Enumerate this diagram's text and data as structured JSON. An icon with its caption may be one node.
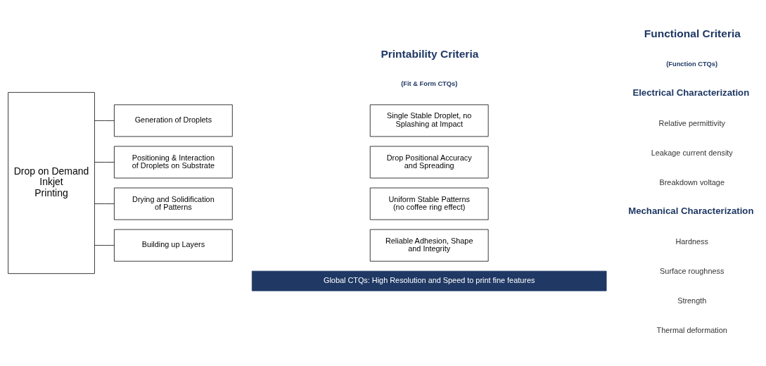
{
  "diagram": {
    "nodes": [
      {
        "text": [
          "Drop on Demand Inkjet Printing"
        ]
      },
      {
        "text": [
          "Generation of Droplets"
        ]
      },
      {
        "text": [
          "Single Stable Droplet, no Splashing at Impact"
        ]
      },
      {
        "text": [
          "Positioning & Interaction of Droplets on Substrate"
        ]
      },
      {
        "text": [
          "Drop Positional Accuracy and Spreading"
        ]
      },
      {
        "text": [
          "Drying and Solidification of Patterns"
        ]
      },
      {
        "text": [
          "Uniform Stable Patterns (no coffee ring effect)"
        ]
      },
      {
        "text": [
          "Building up Layers"
        ]
      },
      {
        "text": [
          "Reliable Adhesion, Shape and Integrity"
        ]
      },
      {
        "text": [
          "Global CTQs: High Resolution and Speed to print fine features"
        ]
      }
    ],
    "edges": [
      {
        "from": 0,
        "to": 1,
        "arrow": "none"
      },
      {
        "from": 0,
        "to": 3,
        "arrow": "none"
      },
      {
        "from": 0,
        "to": 5,
        "arrow": "none"
      },
      {
        "from": 0,
        "to": 7,
        "arrow": "none"
      }
    ],
    "labels": [
      "Printability Criteria",
      "(Fit & Form CTQs)",
      "Functional Criteria",
      "(Function CTQs)",
      "Electrical Characterization",
      "Relative permittivity",
      "Leakage current density",
      "Breakdown voltage",
      "Mechanical Characterization",
      "Hardness",
      "Surface roughness",
      "Strength",
      "Thermal deformation"
    ]
  }
}
